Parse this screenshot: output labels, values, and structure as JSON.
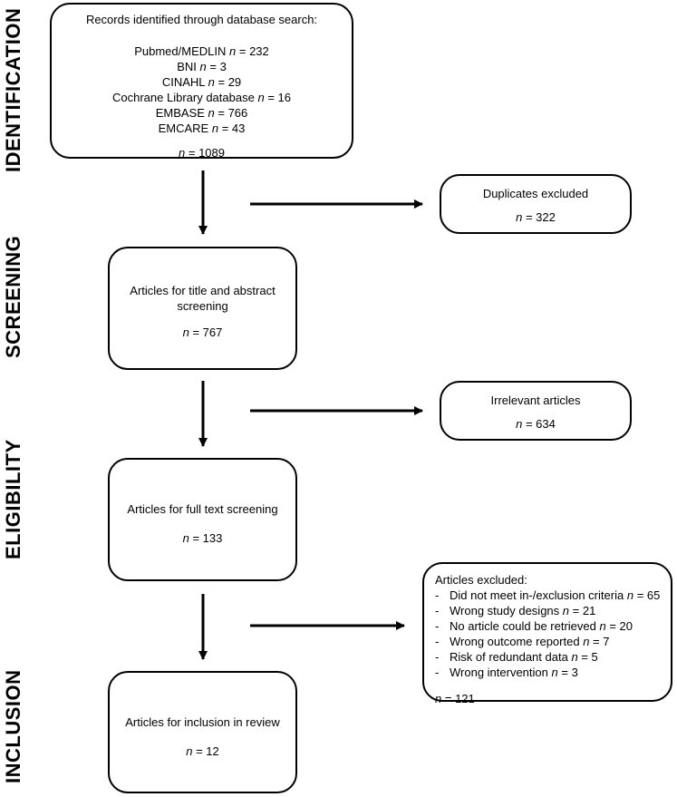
{
  "phases": {
    "identification": "IDENTIFICATION",
    "screening": "SCREENING",
    "eligibility": "ELIGIBILITY",
    "inclusion": "INCLUSION"
  },
  "identification_box": {
    "title": "Records identified through database search:",
    "sources": [
      {
        "name": "Pubmed/MEDLIN",
        "n_label": "n",
        "value": "= 232"
      },
      {
        "name": "BNI",
        "n_label": "n",
        "value": "= 3"
      },
      {
        "name": "CINAHL",
        "n_label": "n",
        "value": "= 29"
      },
      {
        "name": "Cochrane Library database",
        "n_label": "n",
        "value": "= 16"
      },
      {
        "name": "EMBASE",
        "n_label": "n",
        "value": "= 766"
      },
      {
        "name": "EMCARE",
        "n_label": "n",
        "value": "= 43"
      }
    ],
    "total_label": "n",
    "total_value": "= 1089"
  },
  "duplicates_box": {
    "title": "Duplicates excluded",
    "n_label": "n",
    "value": "= 322"
  },
  "screening_box": {
    "title": "Articles for title and abstract screening",
    "n_label": "n",
    "value": "= 767"
  },
  "irrelevant_box": {
    "title": "Irrelevant articles",
    "n_label": "n",
    "value": "= 634"
  },
  "eligibility_box": {
    "title": "Articles for full text screening",
    "n_label": "n",
    "value": "= 133"
  },
  "excluded_box": {
    "title": "Articles excluded:",
    "dash": "-",
    "reasons": [
      {
        "text": "Did not meet in-/exclusion criteria",
        "n_label": "n",
        "value": "= 65"
      },
      {
        "text": "Wrong study designs",
        "n_label": "n",
        "value": "= 21"
      },
      {
        "text": "No article could be retrieved",
        "n_label": "n",
        "value": "= 20"
      },
      {
        "text": "Wrong outcome reported",
        "n_label": "n",
        "value": "= 7"
      },
      {
        "text": "Risk of redundant data",
        "n_label": "n",
        "value": "= 5"
      },
      {
        "text": "Wrong intervention",
        "n_label": "n",
        "value": "= 3"
      }
    ],
    "total_label": "n",
    "total_value": "= 121"
  },
  "inclusion_box": {
    "title": "Articles for inclusion in review",
    "n_label": "n",
    "value": "= 12"
  }
}
